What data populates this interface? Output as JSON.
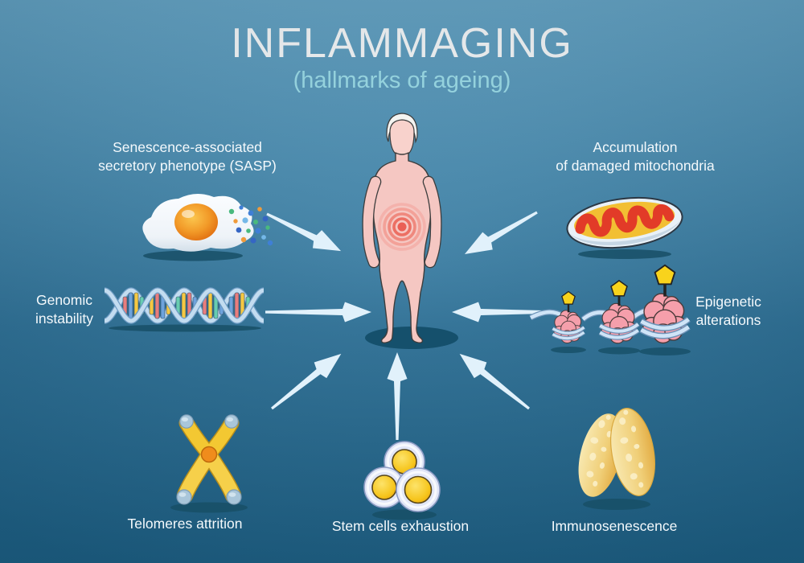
{
  "title": "INFLAMMAGING",
  "subtitle": "(hallmarks of ageing)",
  "hallmarks": {
    "sasp": {
      "label": "Senescence-associated\nsecretory phenotype (SASP)",
      "icon": "senescent-cell-secreting-factors-icon"
    },
    "mitochondria": {
      "label": "Accumulation\nof damaged mitochondria",
      "icon": "damaged-mitochondrion-icon"
    },
    "genomic": {
      "label": "Genomic\ninstability",
      "icon": "dna-double-helix-icon"
    },
    "epigenetic": {
      "label": "Epigenetic\nalterations",
      "icon": "nucleosomes-with-methyl-tags-icon"
    },
    "telomeres": {
      "label": "Telomeres attrition",
      "icon": "chromosome-with-telomere-caps-icon"
    },
    "stem_cells": {
      "label": "Stem cells exhaustion",
      "icon": "stem-cells-cluster-icon"
    },
    "immunosenescence": {
      "label": "Immunosenescence",
      "icon": "thymus-gland-icon"
    }
  },
  "center": {
    "figure": "elderly-person-with-inflammation-target",
    "hair": "white"
  },
  "colors": {
    "background_top": "#69a8c9",
    "background_bottom": "#1e6186",
    "title_text": "#ffffff",
    "subtitle_text": "#9fe1ec",
    "label_text": "#f4f9fc",
    "arrow": "#e1f1fb",
    "skin": "#f5c7c2",
    "inflammation_red": "#ea5f55",
    "chromosome_yellow": "#f3c832",
    "thymus_yellow": "#eec45e",
    "nucleosome_pink": "#f59fab",
    "methyl_flag_yellow": "#f8d31c",
    "cell_nucleus_yellow": "#f6c51c",
    "shadow_teal": "#15506c"
  }
}
